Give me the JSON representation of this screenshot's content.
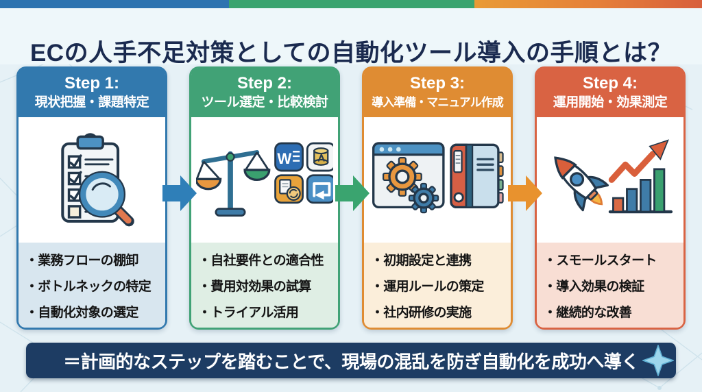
{
  "header": {
    "top_bar": [
      "#2d73b0",
      "#3aa46f",
      "linear-gradient(90deg, #e99b35 0%, #e57f39 55%, #d85f3c 100%)"
    ],
    "title": "ECの人手不足対策としての自動化ツール導入の手順とは？",
    "title_color": "#1a2a4f"
  },
  "steps": [
    {
      "label": "Step 1:",
      "subtitle": "現状把握・課題特定",
      "accent": "#3279ae",
      "tint": "#d8e6ef",
      "icon": "clipboard-checklist-magnifier",
      "items": [
        "・業務フローの棚卸",
        "・ボトルネックの特定",
        "・自動化対象の選定"
      ]
    },
    {
      "label": "Step 2:",
      "subtitle": "ツール選定・比較検討",
      "accent": "#41a276",
      "tint": "#dfeee4",
      "icon": "balance-scale-app-comparison",
      "items": [
        "・自社要件との適合性",
        "・費用対効果の試算",
        "・トライアル活用"
      ]
    },
    {
      "label": "Step 3:",
      "subtitle": "導入準備・マニュアル作成",
      "accent": "#df8c33",
      "tint": "#fbeeda",
      "icon": "settings-window-manual",
      "items": [
        "・初期設定と連携",
        "・運用ルールの策定",
        "・社内研修の実施"
      ]
    },
    {
      "label": "Step 4:",
      "subtitle": "運用開始・効果測定",
      "accent": "#d96343",
      "tint": "#f8ded4",
      "icon": "rocket-growth-chart",
      "items": [
        "・スモールスタート",
        "・導入効果の検証",
        "・継続的な改善"
      ]
    }
  ],
  "flow_arrows": [
    {
      "color": "#2f7fb8"
    },
    {
      "color": "#3aa46f"
    },
    {
      "color": "#e8922e"
    }
  ],
  "footer": {
    "text": "＝計画的なステップを踏むことで、現場の混乱を防ぎ自動化を成功へ導く",
    "background": "#1d3c63",
    "sparkle_color": "#9dd6ec"
  }
}
